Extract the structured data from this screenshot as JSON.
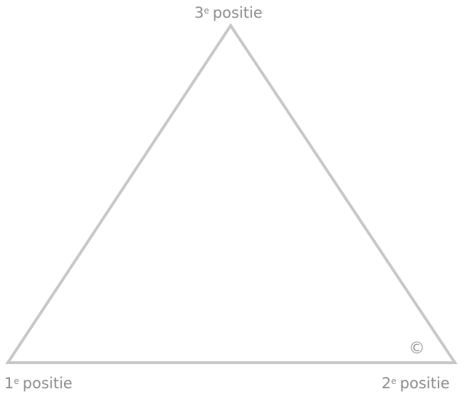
{
  "diagram": {
    "line_color": "#c8c8c8",
    "label_color": "#8e8e8e",
    "vertices": {
      "top": {
        "number": "3",
        "suffix": "e",
        "word": "positie"
      },
      "bottom_left": {
        "number": "1",
        "suffix": "e",
        "word": "positie"
      },
      "bottom_right": {
        "number": "2",
        "suffix": "e",
        "word": "positie"
      }
    },
    "copyright_symbol": "©"
  }
}
